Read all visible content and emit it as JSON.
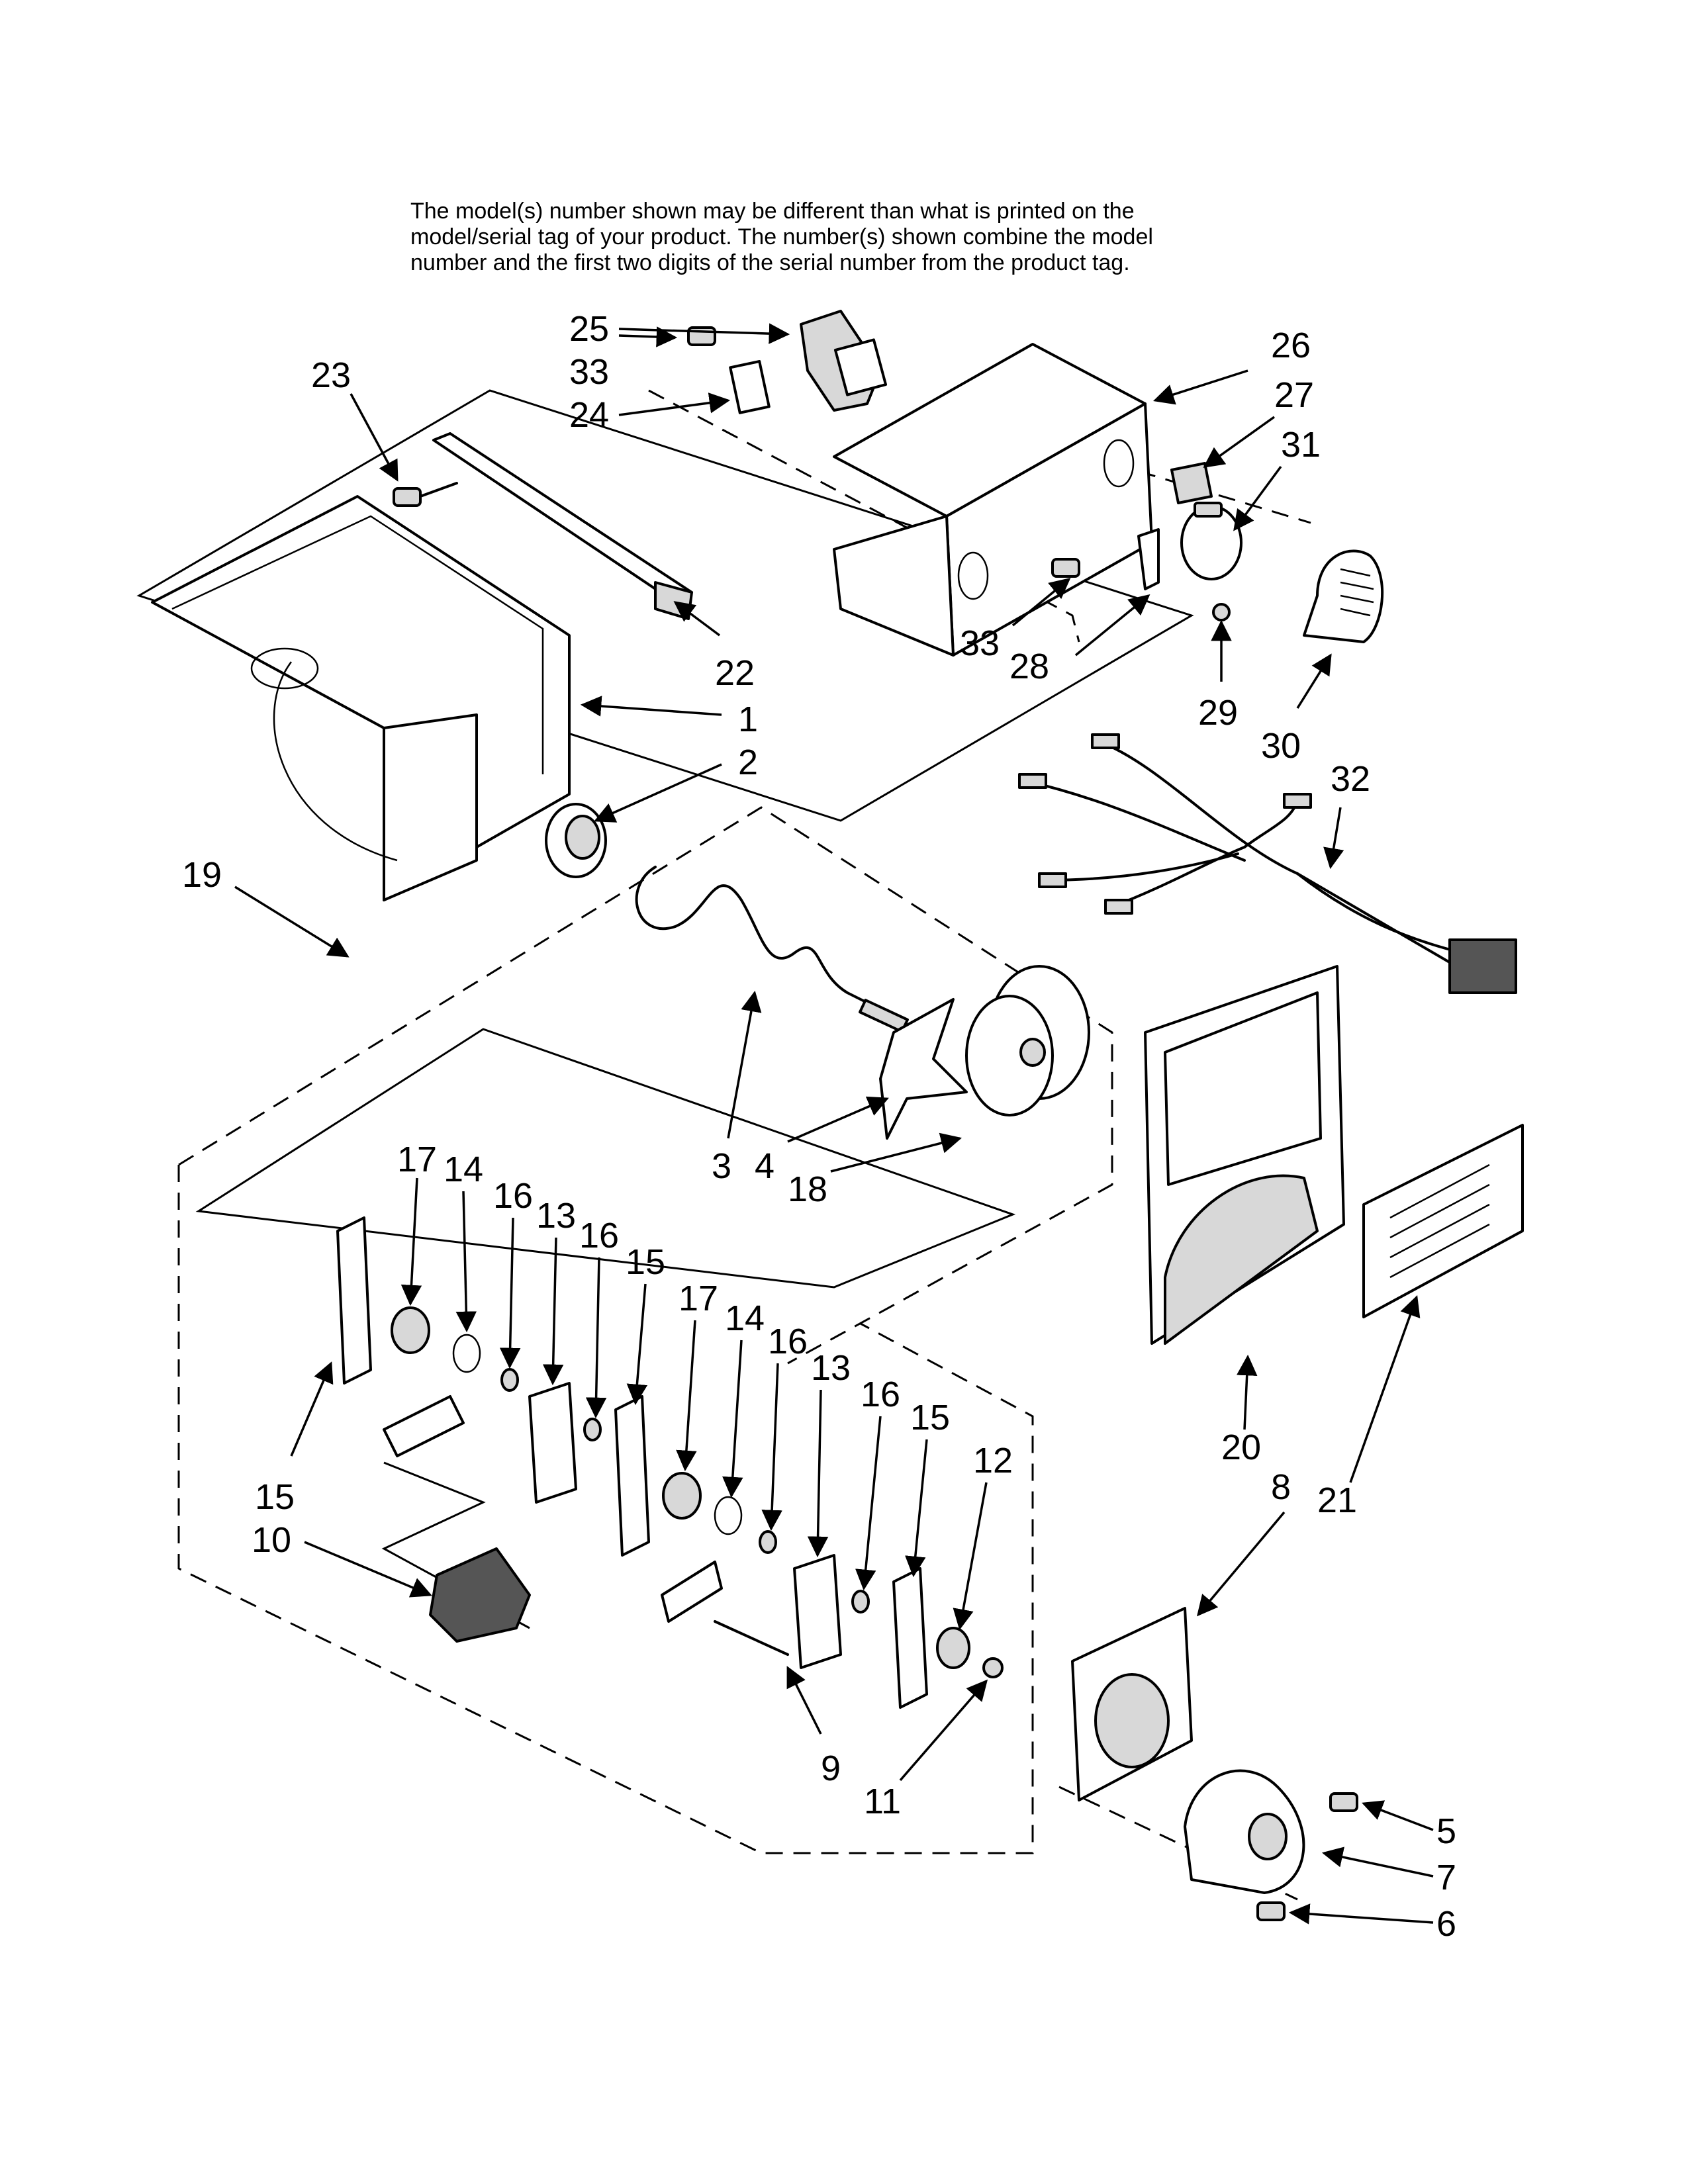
{
  "note": {
    "line1": "The model(s) number shown may be different than what is printed on the",
    "line2": "model/serial tag of your product. The number(s) shown combine the model",
    "line3": "number and the first two digits of the serial number from the product tag."
  },
  "callouts": {
    "c1": "1",
    "c2": "2",
    "c3": "3",
    "c4": "4",
    "c5": "5",
    "c6": "6",
    "c7": "7",
    "c8": "8",
    "c9": "9",
    "c10": "10",
    "c11": "11",
    "c12": "12",
    "c13a": "13",
    "c13b": "13",
    "c14a": "14",
    "c14b": "14",
    "c15a": "15",
    "c15b": "15",
    "c15c": "15",
    "c16a": "16",
    "c16b": "16",
    "c16c": "16",
    "c16d": "16",
    "c17a": "17",
    "c17b": "17",
    "c18": "18",
    "c19": "19",
    "c20": "20",
    "c21": "21",
    "c22": "22",
    "c23": "23",
    "c24": "24",
    "c25": "25",
    "c26": "26",
    "c27": "27",
    "c28": "28",
    "c29": "29",
    "c30": "30",
    "c31": "31",
    "c32": "32",
    "c33a": "33",
    "c33b": "33"
  }
}
